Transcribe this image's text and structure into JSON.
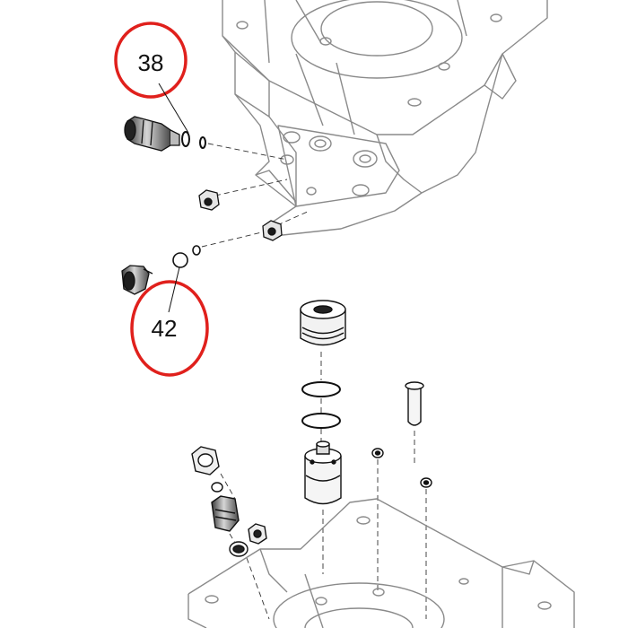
{
  "diagram": {
    "callouts": [
      {
        "id": "callout-38",
        "label": "38"
      },
      {
        "id": "callout-42",
        "label": "42"
      }
    ],
    "colors": {
      "callout_ring": "#e0201c",
      "line": "#111111",
      "housing_line": "#8a8a8a",
      "background": "#ffffff"
    }
  }
}
